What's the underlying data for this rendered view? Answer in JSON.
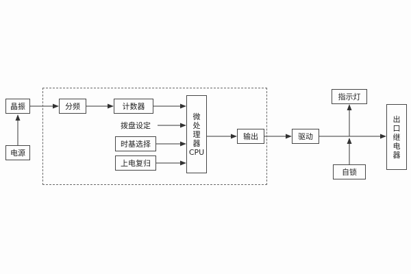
{
  "blocks": {
    "crystal": "晶振",
    "power": "电源",
    "divider": "分频",
    "counter": "计数器",
    "dial_setting": "拨盘设定",
    "timebase": "时基选择",
    "power_on_reset": "上电复归",
    "cpu": "微\n处\n理\n器\nCPU",
    "output": "输出",
    "drive": "驱动",
    "indicator": "指示灯",
    "self_lock": "自锁",
    "relay": "出\n口\n继\n电\n器"
  },
  "colors": {
    "line": "#333333",
    "box_border": "#444444",
    "background": "#fdfdfd"
  }
}
